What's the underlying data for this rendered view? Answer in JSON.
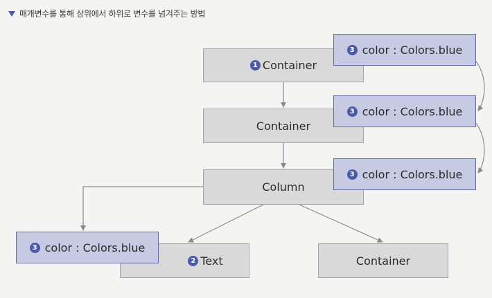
{
  "heading": "매개변수를 통해 상위에서 하위로 변수를 넘겨주는 방법",
  "nodes": {
    "container1": {
      "badge": "1",
      "label": "Container"
    },
    "container2": {
      "label": "Container"
    },
    "column": {
      "label": "Column"
    },
    "text": {
      "badge": "2",
      "label": "Text"
    },
    "container3": {
      "label": "Container"
    }
  },
  "props": {
    "p1": {
      "badge": "3",
      "label": "color : Colors.blue"
    },
    "p2": {
      "badge": "3",
      "label": "color : Colors.blue"
    },
    "p3": {
      "badge": "3",
      "label": "color : Colors.blue"
    },
    "p4": {
      "badge": "3",
      "label": "color : Colors.blue"
    }
  },
  "colors": {
    "node_fill": "#d9d9d9",
    "prop_fill": "#c6cbe3",
    "badge": "#4a5aa8",
    "arrow": "#8a8a8a"
  }
}
